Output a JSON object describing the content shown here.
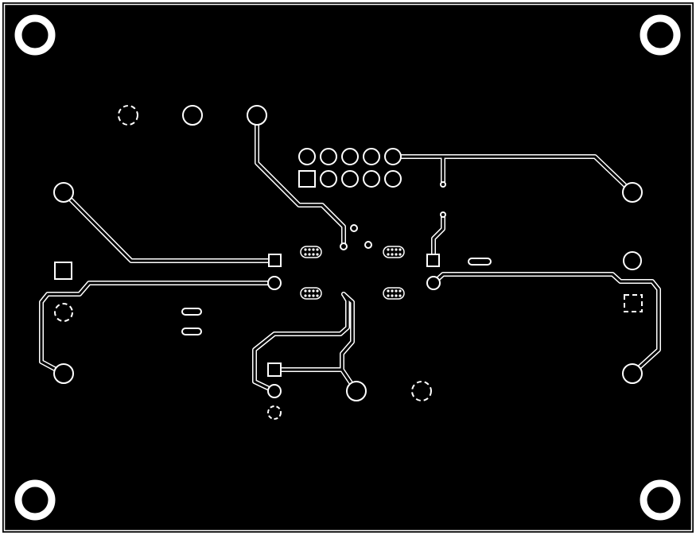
{
  "diagram": {
    "kind": "pcb-layout",
    "layer": "copper",
    "colors": {
      "board": "#000000",
      "copper": "#ffffff",
      "border": "#ffffff",
      "page": "#ffffff"
    },
    "mounting_holes": [
      "top-left",
      "top-right",
      "bottom-left",
      "bottom-right"
    ]
  }
}
